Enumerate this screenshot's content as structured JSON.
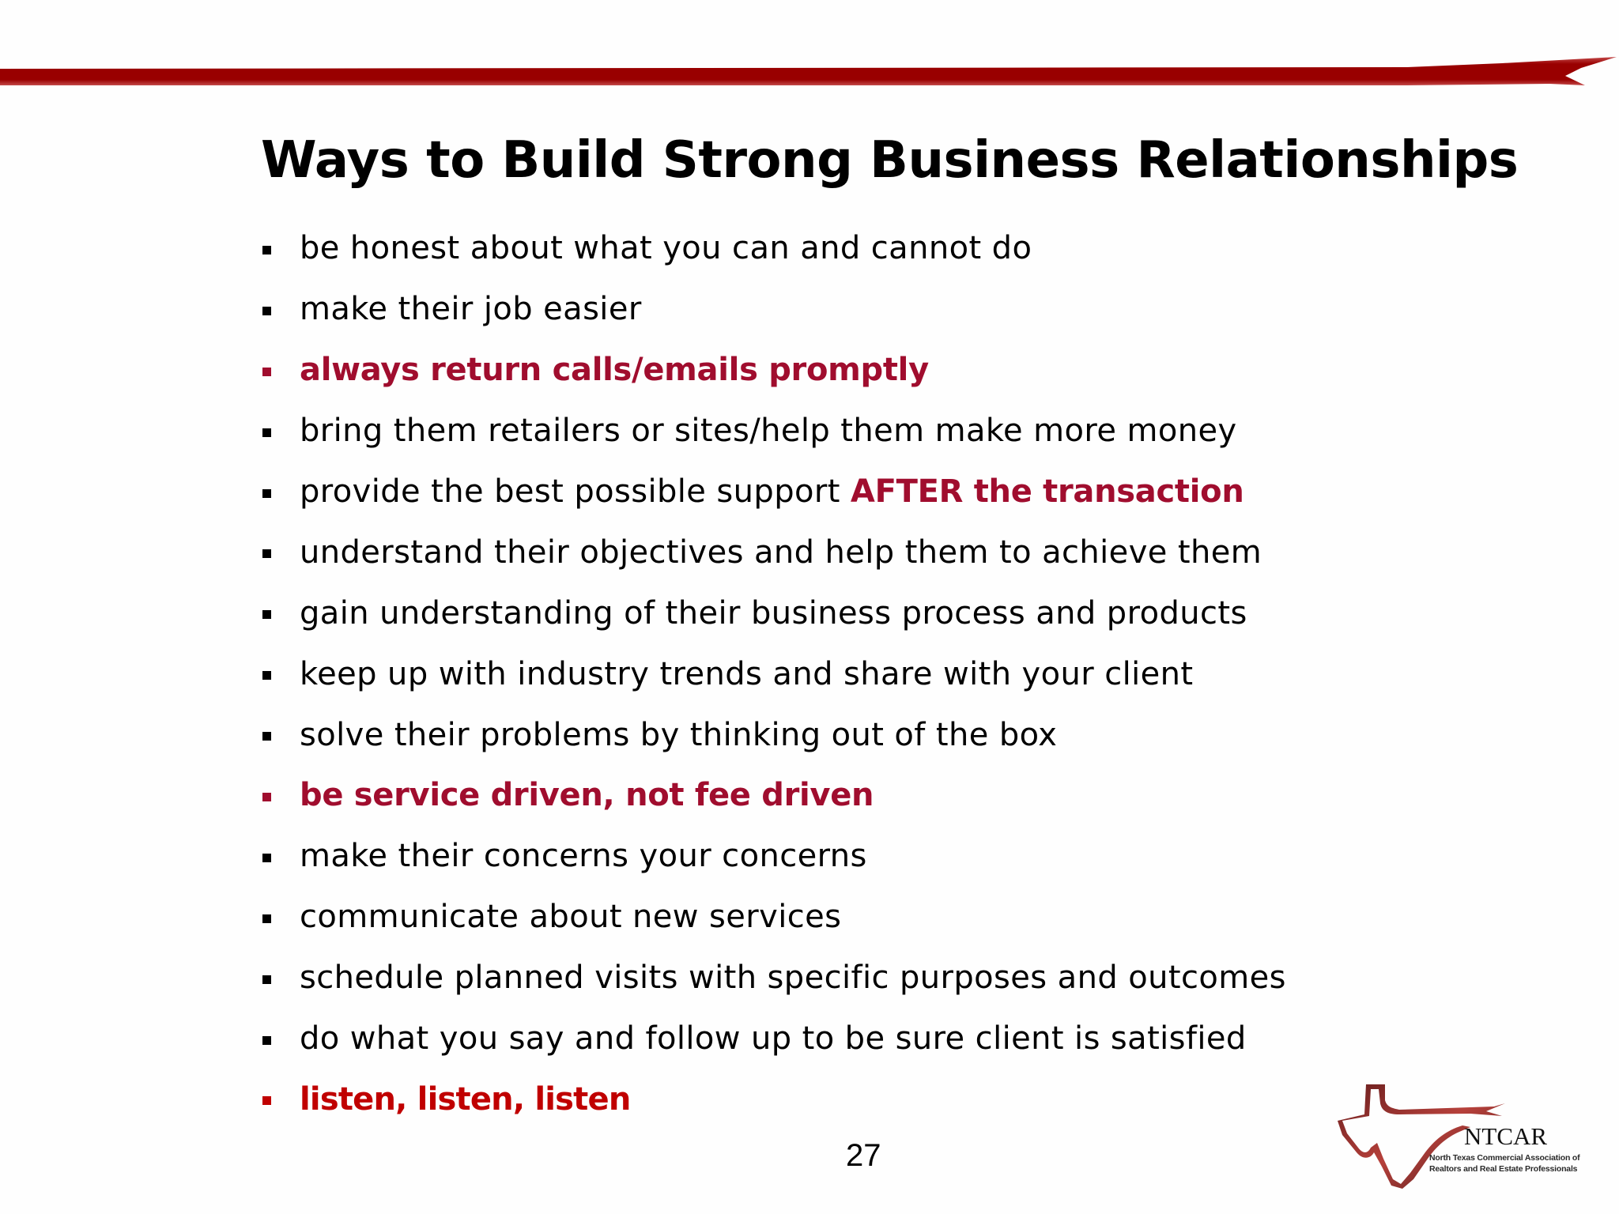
{
  "slide": {
    "title": "Ways to Build Strong Business Relationships",
    "page_number": "27",
    "colors": {
      "ribbon": "#990000",
      "accent": "#a00d2e",
      "accent_bright": "#c00000",
      "text": "#000000",
      "background": "#ffffff"
    },
    "bullets": [
      {
        "text": "be honest about what you can and cannot do",
        "style": "normal"
      },
      {
        "text": "make their job easier",
        "style": "normal"
      },
      {
        "text": "always return calls/emails promptly",
        "style": "accent"
      },
      {
        "text": "bring them retailers or sites/help them make more money",
        "style": "normal"
      },
      {
        "text": "provide the best possible support ",
        "emphasis": "AFTER the transaction",
        "style": "mixed"
      },
      {
        "text": "understand their objectives and help them to achieve them",
        "style": "normal"
      },
      {
        "text": "gain understanding of their business process and products",
        "style": "normal"
      },
      {
        "text": "keep up with industry trends and share with your client",
        "style": "normal"
      },
      {
        "text": "solve their problems by thinking out of the box",
        "style": "normal"
      },
      {
        "text": "be service driven, not fee driven",
        "style": "accent"
      },
      {
        "text": "make their concerns your concerns",
        "style": "normal"
      },
      {
        "text": "communicate about new services",
        "style": "normal"
      },
      {
        "text": "schedule planned visits with specific purposes and outcomes",
        "style": "normal"
      },
      {
        "text": "do what you say and follow up to be sure client is satisfied",
        "style": "normal"
      },
      {
        "text": "listen, listen, listen",
        "style": "accent-bright"
      }
    ]
  },
  "logo": {
    "name": "NTCAR",
    "tagline_line1": "North Texas Commercial Association of",
    "tagline_line2": "Realtors and Real Estate Professionals",
    "icon": "texas-ribbon-icon"
  }
}
